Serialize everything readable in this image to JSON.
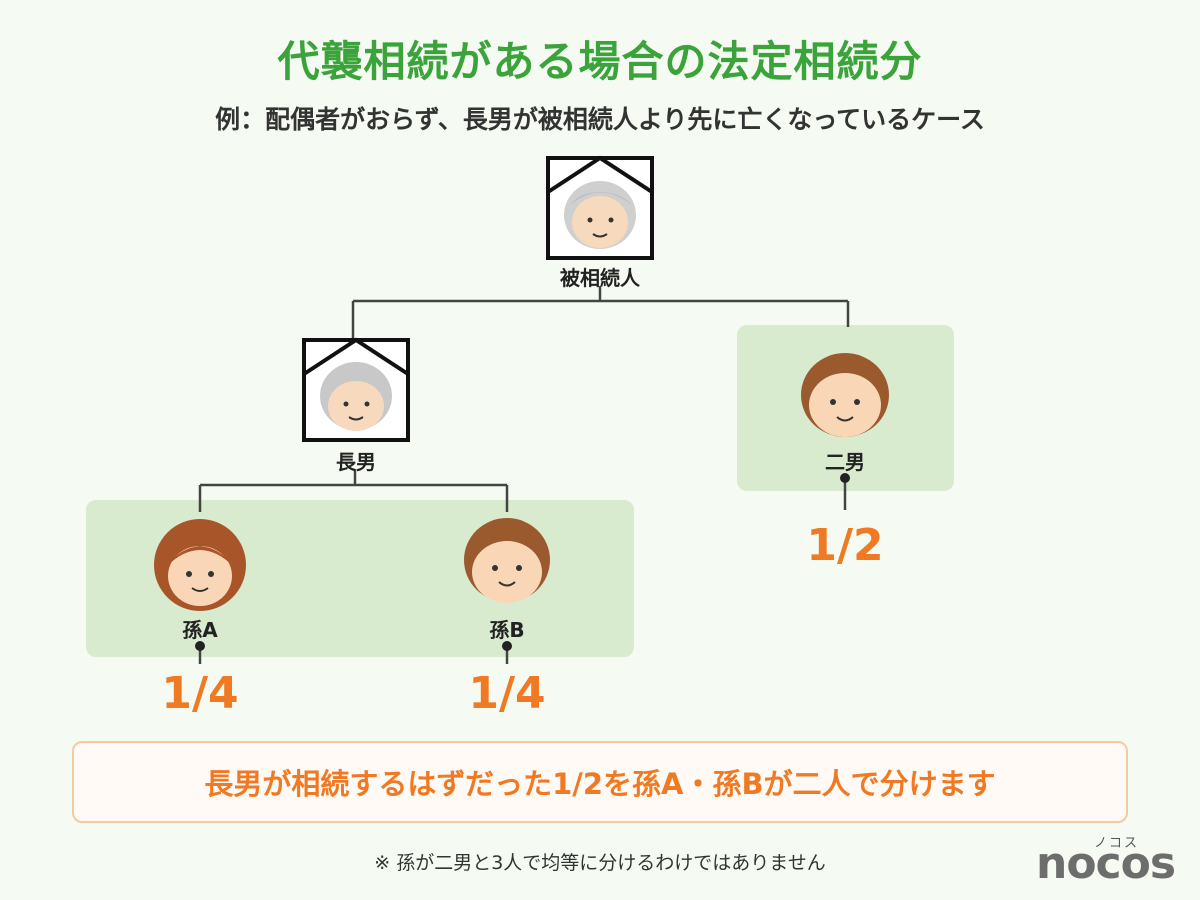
{
  "title": "代襲相続がある場合の法定相続分",
  "subtitle": "例：配偶者がおらず、長男が被相続人より先に亡くなっているケース",
  "nodes": {
    "decedent": {
      "label": "被相続人"
    },
    "eldest_son": {
      "label": "長男"
    },
    "second_son": {
      "label": "二男",
      "share": "1/2"
    },
    "grandchild_a": {
      "label": "孫A",
      "share": "1/4"
    },
    "grandchild_b": {
      "label": "孫B",
      "share": "1/4"
    }
  },
  "note": "長男が相続するはずだった1/2を孫A・孫Bが二人で分けます",
  "footnote": "※ 孫が二男と3人で均等に分けるわけではありません",
  "logo": {
    "kana": "ノコス",
    "name": "nocos"
  },
  "colors": {
    "title": "#3aa33a",
    "share": "#f07a23",
    "highlight_box": "#d9ebcf",
    "note_border": "#f5c9a3"
  }
}
